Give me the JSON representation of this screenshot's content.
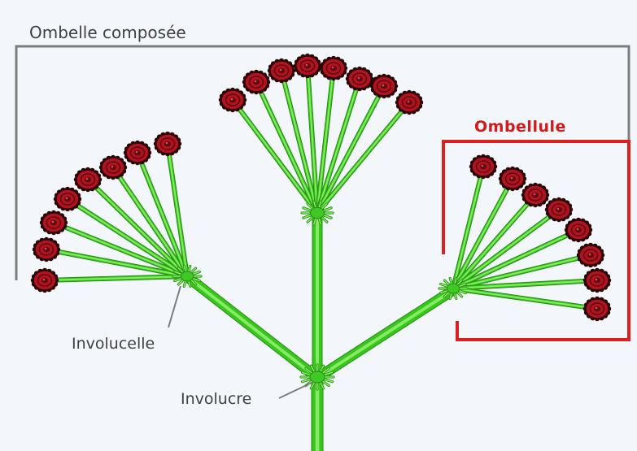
{
  "labels": {
    "ombelle_composee": "Ombelle composée",
    "ombellule": "Ombellule",
    "involucelle": "Involucelle",
    "involucre": "Involucre"
  },
  "colors": {
    "background": "#f3f7fb",
    "stem": "#39c41e",
    "stem_light": "#8ef06a",
    "flower_petal": "#b3121f",
    "flower_center": "#5a0d12",
    "bracket_grey": "#7d7d7d",
    "highlight_red": "#dc1f1f",
    "label_text": "#404040"
  }
}
